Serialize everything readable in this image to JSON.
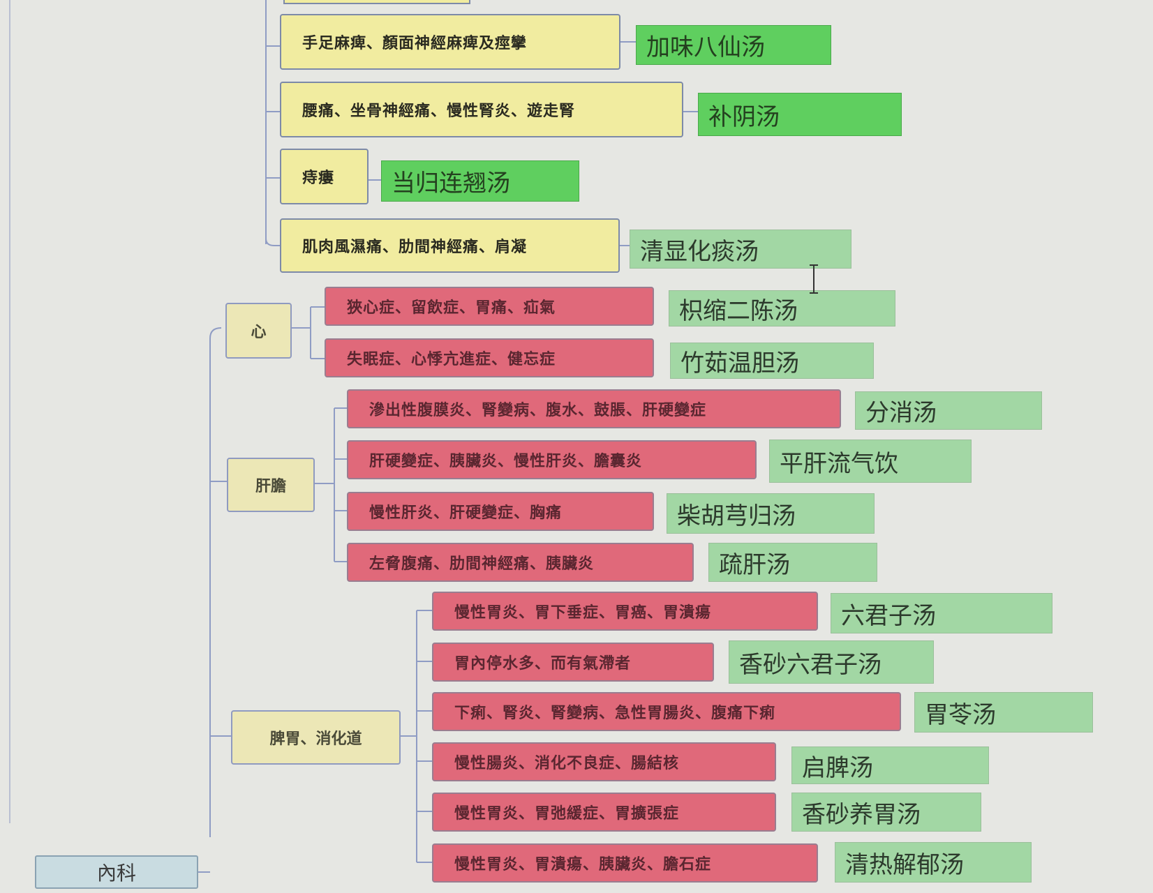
{
  "diagram": {
    "root": {
      "label": "內科"
    },
    "yellow_rows": [
      {
        "symptom": "手足麻痺、顏面神經麻痺及痙攣",
        "formula": "加味八仙汤"
      },
      {
        "symptom": "腰痛、坐骨神經痛、慢性腎炎、遊走腎",
        "formula": "补阴汤"
      },
      {
        "symptom": "痔瘻",
        "formula": "当归连翘汤"
      },
      {
        "symptom": "肌肉風濕痛、肋間神經痛、肩凝",
        "formula": "清显化痰汤"
      }
    ],
    "categories": [
      {
        "label": "心",
        "rows": [
          {
            "symptom": "狹心症、留飲症、胃痛、疝氣",
            "formula": "枳缩二陈汤"
          },
          {
            "symptom": "失眠症、心悸亢進症、健忘症",
            "formula": "竹茹温胆汤"
          }
        ]
      },
      {
        "label": "肝膽",
        "rows": [
          {
            "symptom": "滲出性腹膜炎、腎變病、腹水、鼓脹、肝硬變症",
            "formula": "分消汤"
          },
          {
            "symptom": "肝硬變症、胰臟炎、慢性肝炎、膽囊炎",
            "formula": "平肝流气饮"
          },
          {
            "symptom": "慢性肝炎、肝硬變症、胸痛",
            "formula": "柴胡芎归汤"
          },
          {
            "symptom": "左脅腹痛、肋間神經痛、胰臟炎",
            "formula": "疏肝汤"
          }
        ]
      },
      {
        "label": "脾胃、消化道",
        "rows": [
          {
            "symptom": "慢性胃炎、胃下垂症、胃癌、胃潰瘍",
            "formula": "六君子汤"
          },
          {
            "symptom": "胃內停水多、而有氣滯者",
            "formula": "香砂六君子汤"
          },
          {
            "symptom": "下痢、腎炎、腎變病、急性胃腸炎、腹痛下痢",
            "formula": "胃苓汤"
          },
          {
            "symptom": "慢性腸炎、消化不良症、腸結核",
            "formula": "启脾汤"
          },
          {
            "symptom": "慢性胃炎、胃弛緩症、胃擴張症",
            "formula": "香砂养胃汤"
          },
          {
            "symptom": "慢性胃炎、胃潰瘍、胰臟炎、膽石症",
            "formula": "清热解郁汤"
          }
        ]
      }
    ]
  },
  "colors": {
    "yellow_box": "#f1eca0",
    "red_box": "#e0697a",
    "bright_green": "#5fcf5f",
    "pale_green": "#a2d7a4",
    "category_box": "#ece7b6",
    "root_box": "#c9dce1",
    "connector": "#8f9cc4"
  }
}
